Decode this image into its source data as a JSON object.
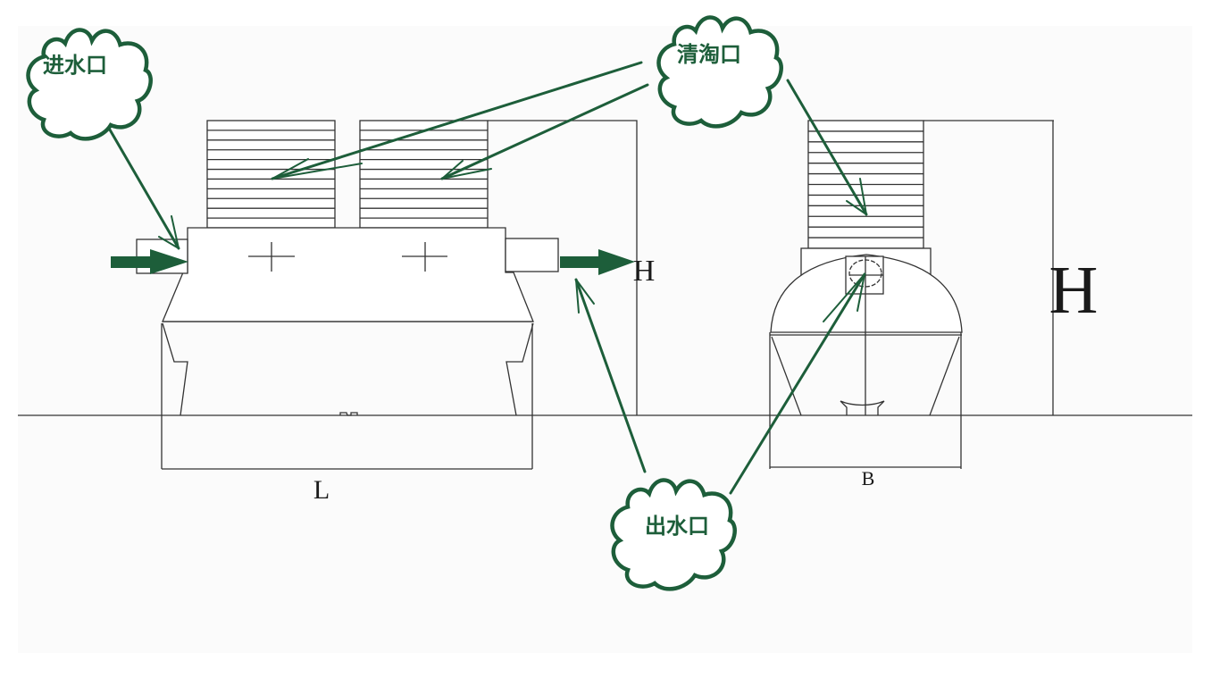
{
  "diagram": {
    "title": "septic tank elevation drawing",
    "accent_color": "#1d5e3a",
    "line_color": "#333333",
    "callouts": {
      "inlet": "进水口",
      "cleanout": "清淘口",
      "outlet": "出水口"
    },
    "dimensions": {
      "length_label": "L",
      "width_label": "B",
      "height_label_front": "H",
      "height_label_side": "H"
    },
    "views": [
      "front-elevation",
      "side-elevation"
    ]
  }
}
